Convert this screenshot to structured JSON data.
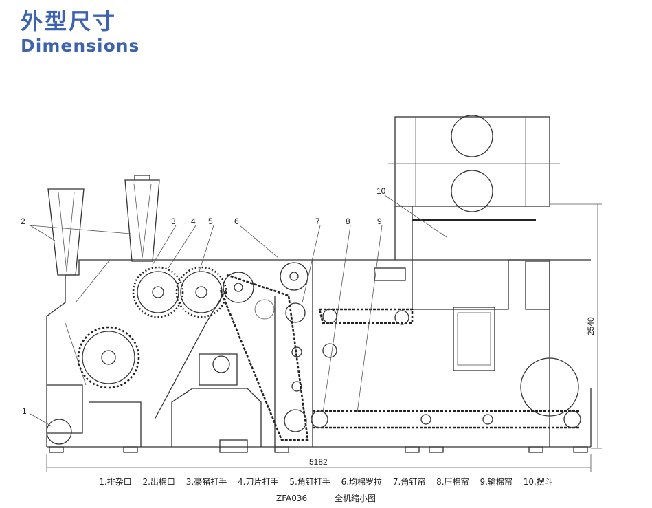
{
  "header": {
    "title_cn": "外型尺寸",
    "title_en": "Dimensions"
  },
  "drawing": {
    "callouts": [
      "1",
      "2",
      "3",
      "4",
      "5",
      "6",
      "7",
      "8",
      "9",
      "10"
    ],
    "dimension_width": "5182",
    "dimension_height": "2540"
  },
  "legend": {
    "items": [
      "1.排杂口",
      "2.出棉口",
      "3.豪猪打手",
      "4.刀片打手",
      "5.角钉打手",
      "6.均棉罗拉",
      "7.角钉帘",
      "8.压棉帘",
      "9.输棉帘",
      "10.摆斗"
    ],
    "drawing_code": "ZFA036",
    "drawing_name": "全机缩小图"
  }
}
